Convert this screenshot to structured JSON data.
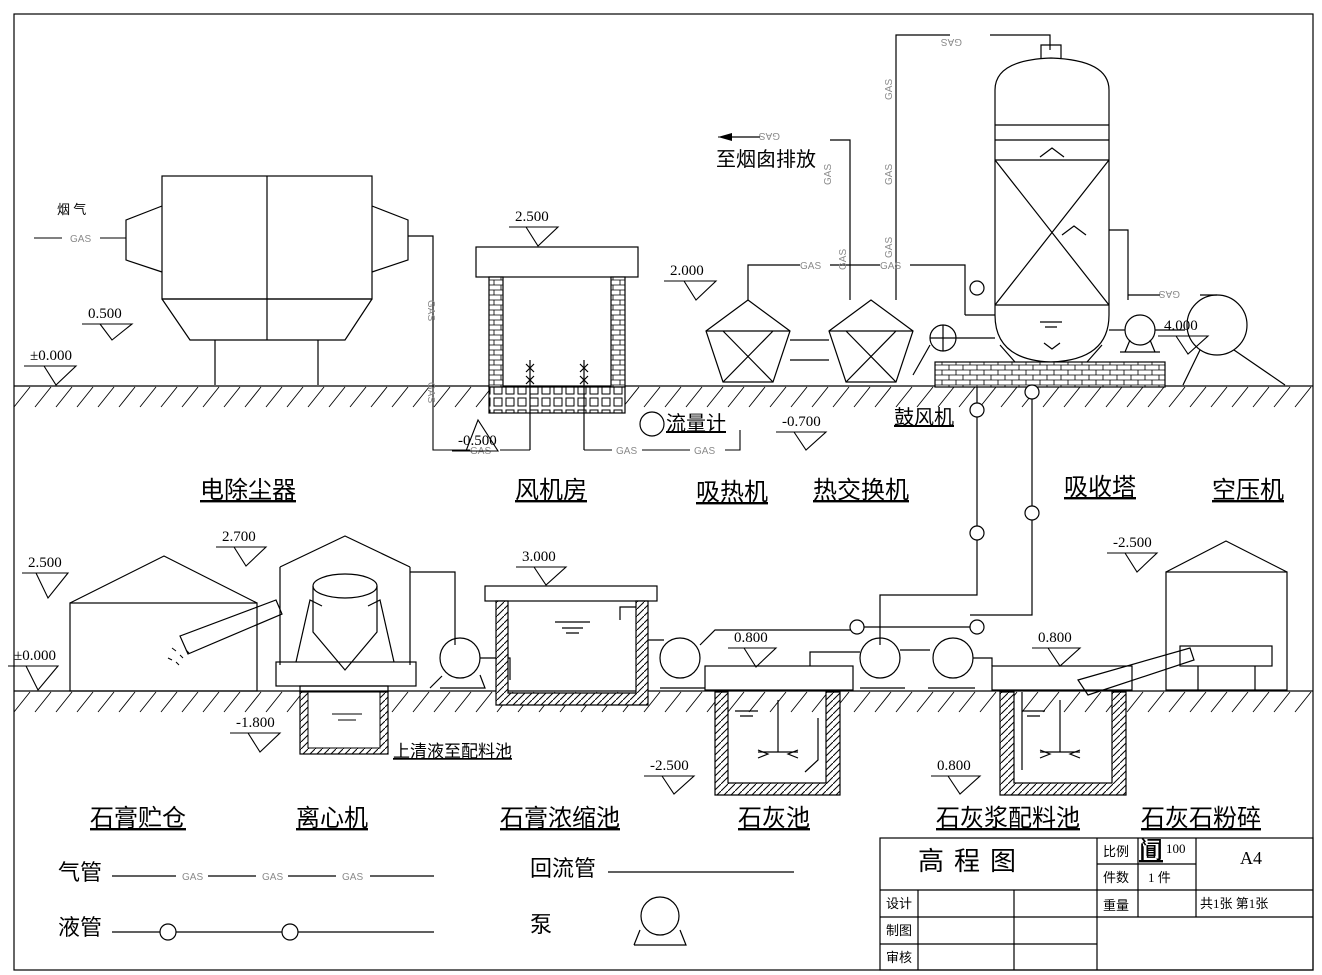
{
  "gas_tag": "GAS",
  "notes": {
    "flue_gas": "烟 气",
    "to_chimney": "至烟囱排放",
    "flow_meter": "流量计",
    "blower": "鼓风机",
    "supernatant": "上清液至配料池"
  },
  "elevations": [
    "2.500",
    "±0.000",
    "0.500",
    "-0.500",
    "2.000",
    "-0.700",
    "0.800",
    "2.500",
    "2.700",
    "±0.000",
    "-1.800",
    "3.000",
    "0.800",
    "-2.500",
    "0.800",
    "-2.500",
    "4.000"
  ],
  "equipment_labels": [
    "电除尘器",
    "风机房",
    "吸热机",
    "热交换机",
    "吸收塔",
    "空压机",
    "石膏贮仓",
    "离心机",
    "石膏浓缩池",
    "石灰池",
    "石灰浆配料池",
    "石灰石粉碎",
    "间"
  ],
  "legend": {
    "gas_pipe": "气管",
    "liquid_pipe": "液管",
    "return_pipe": "回流管",
    "pump": "泵"
  },
  "title_block": {
    "title": "高程图",
    "scale_label": "比例",
    "scale_glyph": "间",
    "scale_value": "100",
    "count_label": "件数",
    "count_value": "1 件",
    "paper": "A4",
    "design": "设计",
    "weight": "重量",
    "sheets": "共1张 第1张",
    "draw": "制图",
    "check": "审核"
  }
}
